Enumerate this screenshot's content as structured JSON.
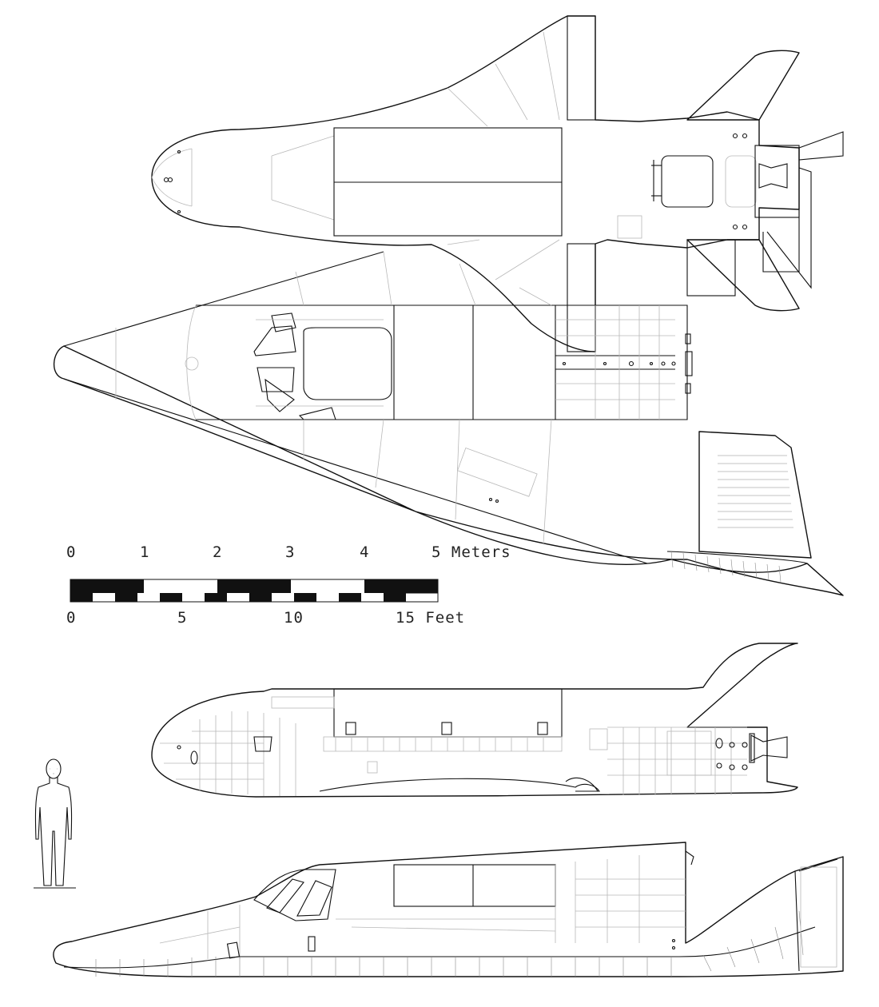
{
  "scale": {
    "meters": {
      "ticks": [
        "0",
        "1",
        "2",
        "3",
        "4",
        "5 Meters"
      ]
    },
    "feet": {
      "ticks": [
        "0",
        "5",
        "10",
        "15 Feet"
      ]
    }
  },
  "colors": {
    "ink": "#111111",
    "panel_lines": "#b8b8b8",
    "background": "#ffffff"
  }
}
